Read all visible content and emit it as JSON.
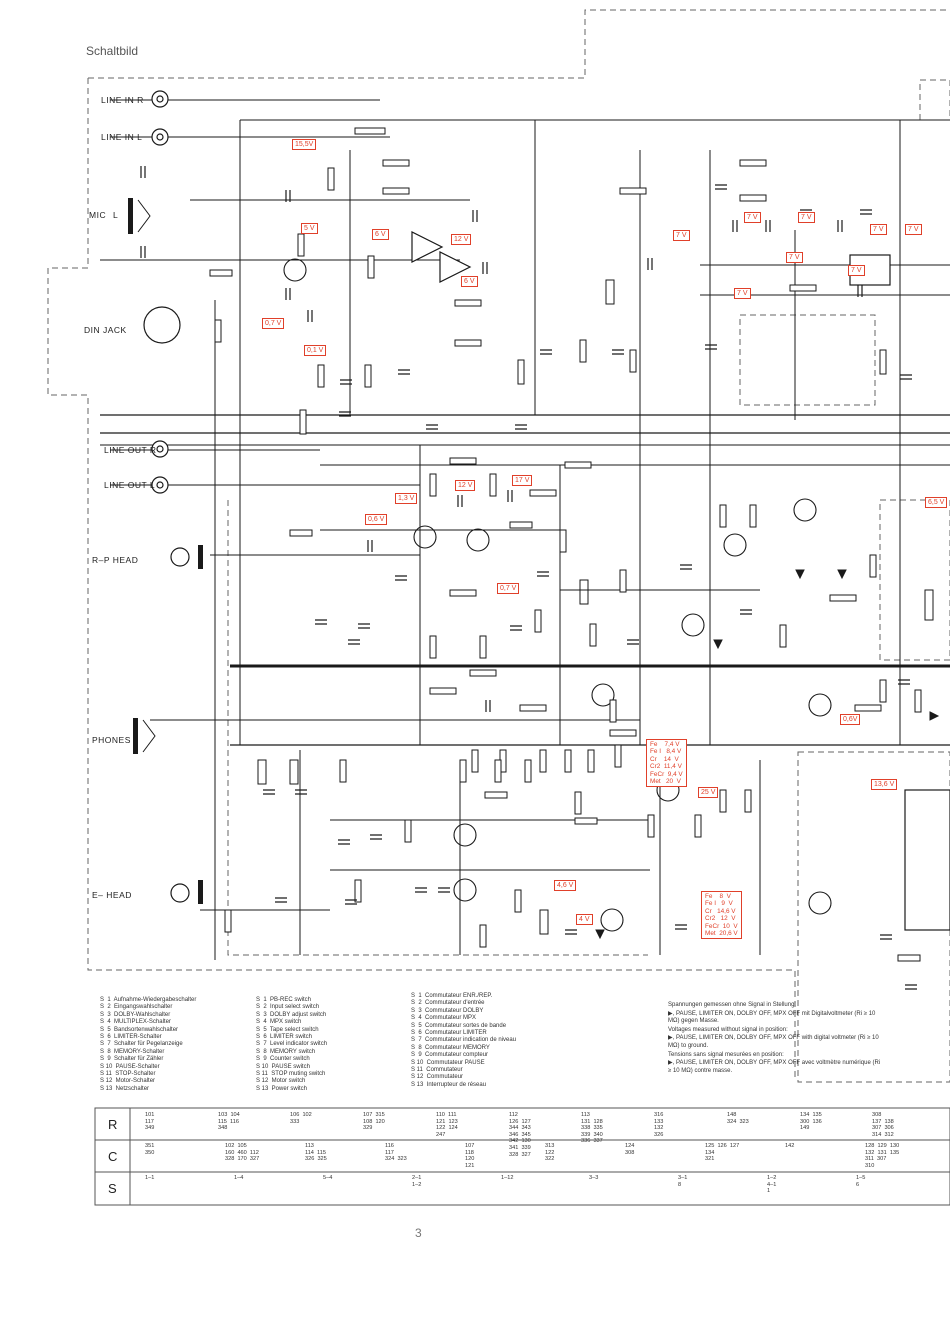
{
  "title": "Schaltbild",
  "page_number": "3",
  "colors": {
    "accent": "#e0402a",
    "line": "#1a1a1a",
    "frame": "#777777"
  },
  "connectors": {
    "line_in_r": "LINE IN R",
    "line_in_l": "LINE IN L",
    "mic": "MIC",
    "mic_channel": "L",
    "din_jack": "DIN JACK",
    "line_out_r": "LINE OUT R",
    "line_out_l": "LINE OUT L",
    "rp_head": "R–P HEAD",
    "phones": "PHONES",
    "e_head": "E– HEAD"
  },
  "voltages": [
    "15,5V",
    "5 V",
    "0,7 V",
    "0,1 V",
    "6 V",
    "12 V",
    "6 V",
    "7 V",
    "7 V",
    "7 V",
    "7 V",
    "7 V",
    "7 V",
    "7 V",
    "7 V",
    "1,3 V",
    "0,6 V",
    "12 V",
    "17 V",
    "0,7 V",
    "6,5 V",
    "0,6V",
    "25 V",
    "4,6 V",
    "4 V",
    "13,6 V"
  ],
  "voltage_table_1": "Fe    7,4 V\nFe I   8,4 V\nCr    14  V\nCr2  11,4 V\nFeCr  9,4 V\nMet   20  V",
  "voltage_table_2": "Fe    8  V\nFe I   9  V\nCr   14,6 V\nCr2   12  V\nFeCr  10  V\nMet  20,6 V",
  "legend_de": "S  1  Aufnahme-Wiedergabeschalter\nS  2  Eingangswahlschalter\nS  3  DOLBY-Wahlschalter\nS  4  MULTIPLEX-Schalter\nS  5  Bandsortenwahlschalter\nS  6  LIMITER-Schalter\nS  7  Schalter für Pegelanzeige\nS  8  MEMORY-Schalter\nS  9  Schalter für Zähler\nS 10  PAUSE-Schalter\nS 11  STOP-Schalter\nS 12  Motor-Schalter\nS 13  Netzschalter",
  "legend_en": "S  1  PB-REC switch\nS  2  Input select switch\nS  3  DOLBY adjust switch\nS  4  MPX switch\nS  5  Tape select switch\nS  6  LIMITER switch\nS  7  Level indicator switch\nS  8  MEMORY switch\nS  9  Counter switch\nS 10  PAUSE switch\nS 11  STOP muting switch\nS 12  Motor switch\nS 13  Power switch",
  "legend_fr": "S  1  Commutateur ENR./REP.\nS  2  Commutateur d'entrée\nS  3  Commutateur DOLBY\nS  4  Commutateur MPX\nS  5  Commutateur sortes de bande\nS  6  Commutateur LIMITER\nS  7  Commutateur indication de niveau\nS  8  Commutateur MEMORY\nS  9  Commutateur compteur\nS 10  Commutateur PAUSE\nS 11  Commutateur\nS 12  Commutateur\nS 13  Interrupteur de réseau",
  "measurement_notes": [
    "Spannungen gemessen ohne Signal in Stellung:",
    "▶, PAUSE, LIMITER ON, DOLBY OFF, MPX OFF mit Digitalvoltmeter (Ri ≥ 10 MΩ) gegen Masse.",
    "Voltages measured without signal in position:",
    "▶, PAUSE, LIMITER ON, DOLBY OFF, MPX OFF with digital voltmeter (Ri ≥ 10 MΩ) to ground.",
    "Tensions sans signal mesurées en position:",
    "▶, PAUSE, LIMITER ON, DOLBY OFF, MPX OFF avec voltmètre numérique (Ri ≥ 10 MΩ) contre masse."
  ],
  "table": {
    "rows": [
      {
        "label": "R",
        "groups": [
          "101\n117\n349",
          "103  104\n115  116\n348",
          "106  102\n333",
          "107  315\n108  120\n329",
          "110  111\n121  123\n122  124\n247",
          "112\n126  127\n344  343\n346  345\n342  130\n341  339\n328  327",
          "113\n131  128\n338  335\n339  340\n336  337",
          "316\n133\n132\n326",
          "148\n324  323",
          "134  135\n300  136\n149",
          "308\n137  138\n307  306\n314  312"
        ]
      },
      {
        "label": "C",
        "groups": [
          "351\n350",
          "102  105\n160  460  112\n328  170  327",
          "113\n114  115\n326  325",
          "116\n117\n324  323",
          "107\n118\n120\n121",
          "313\n122\n322",
          "124\n308",
          "125  126  127\n134\n321",
          "142",
          "128  129  130\n132  131  135\n311  307\n310"
        ]
      },
      {
        "label": "S",
        "groups": [
          "1–1",
          "1–4",
          "5–4",
          "2–1\n1–2",
          "1–12",
          "3–3",
          "3–1\n8",
          "1–2\n4–1\n1",
          "1–5\n6"
        ]
      }
    ]
  }
}
